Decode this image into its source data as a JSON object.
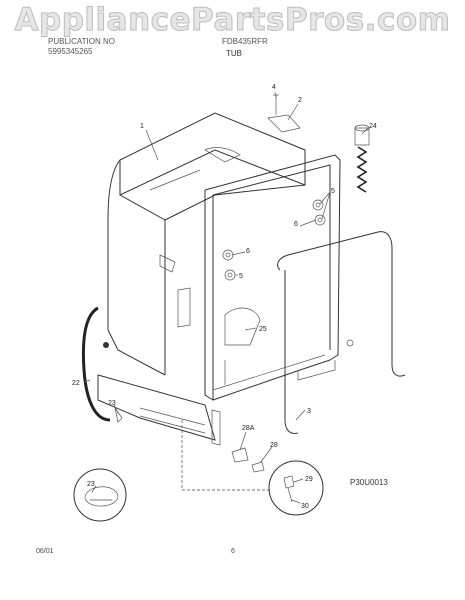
{
  "watermark": "AppliancePartsPros.com",
  "header": {
    "left_line1": "PUBLICATION NO",
    "left_line2": "5995345265",
    "right_text": "FDB435RFR",
    "section_title": "TUB"
  },
  "callouts": {
    "c1": "1",
    "c2": "2",
    "c3": "3",
    "c4": "4",
    "c5a": "5",
    "c5b": "5",
    "c6a": "6",
    "c6b": "6",
    "c22": "22",
    "c23a": "23",
    "c23b": "23",
    "c24": "24",
    "c25": "25",
    "c28": "28",
    "c28a": "28A",
    "c29": "29",
    "c30": "30"
  },
  "diagram_code": "P30U0013",
  "footer": {
    "date": "06/01",
    "page": "6"
  }
}
